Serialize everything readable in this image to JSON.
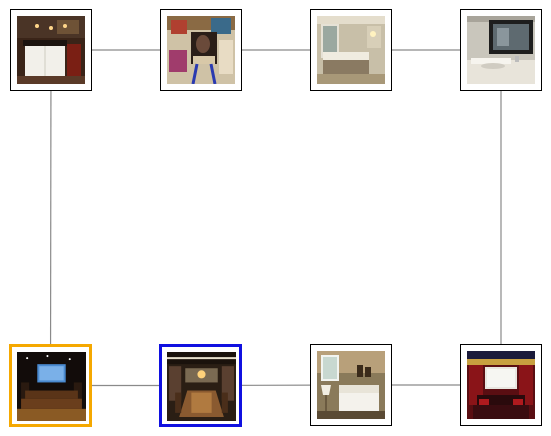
{
  "graph": {
    "nodes": [
      {
        "id": "kitchen",
        "scene": "kitchen",
        "highlight": null
      },
      {
        "id": "art-studio",
        "scene": "art-studio",
        "highlight": null
      },
      {
        "id": "bedroom-1",
        "scene": "bedroom",
        "highlight": null
      },
      {
        "id": "bathroom",
        "scene": "bathroom",
        "highlight": null
      },
      {
        "id": "home-theater-1",
        "scene": "home-theater",
        "highlight": "#f5a800"
      },
      {
        "id": "dining-cellar",
        "scene": "dining-cellar",
        "highlight": "#1010e0"
      },
      {
        "id": "bedroom-2",
        "scene": "bedroom-window",
        "highlight": null
      },
      {
        "id": "home-theater-2",
        "scene": "theater-red",
        "highlight": null
      }
    ],
    "edges": [
      [
        "kitchen",
        "art-studio"
      ],
      [
        "art-studio",
        "bedroom-1"
      ],
      [
        "bedroom-1",
        "bathroom"
      ],
      [
        "kitchen",
        "home-theater-1"
      ],
      [
        "bathroom",
        "home-theater-2"
      ],
      [
        "home-theater-1",
        "dining-cellar"
      ],
      [
        "dining-cellar",
        "bedroom-2"
      ],
      [
        "bedroom-2",
        "home-theater-2"
      ]
    ],
    "edge_color": "#8a8a8a",
    "node_border_color": "#000000"
  }
}
